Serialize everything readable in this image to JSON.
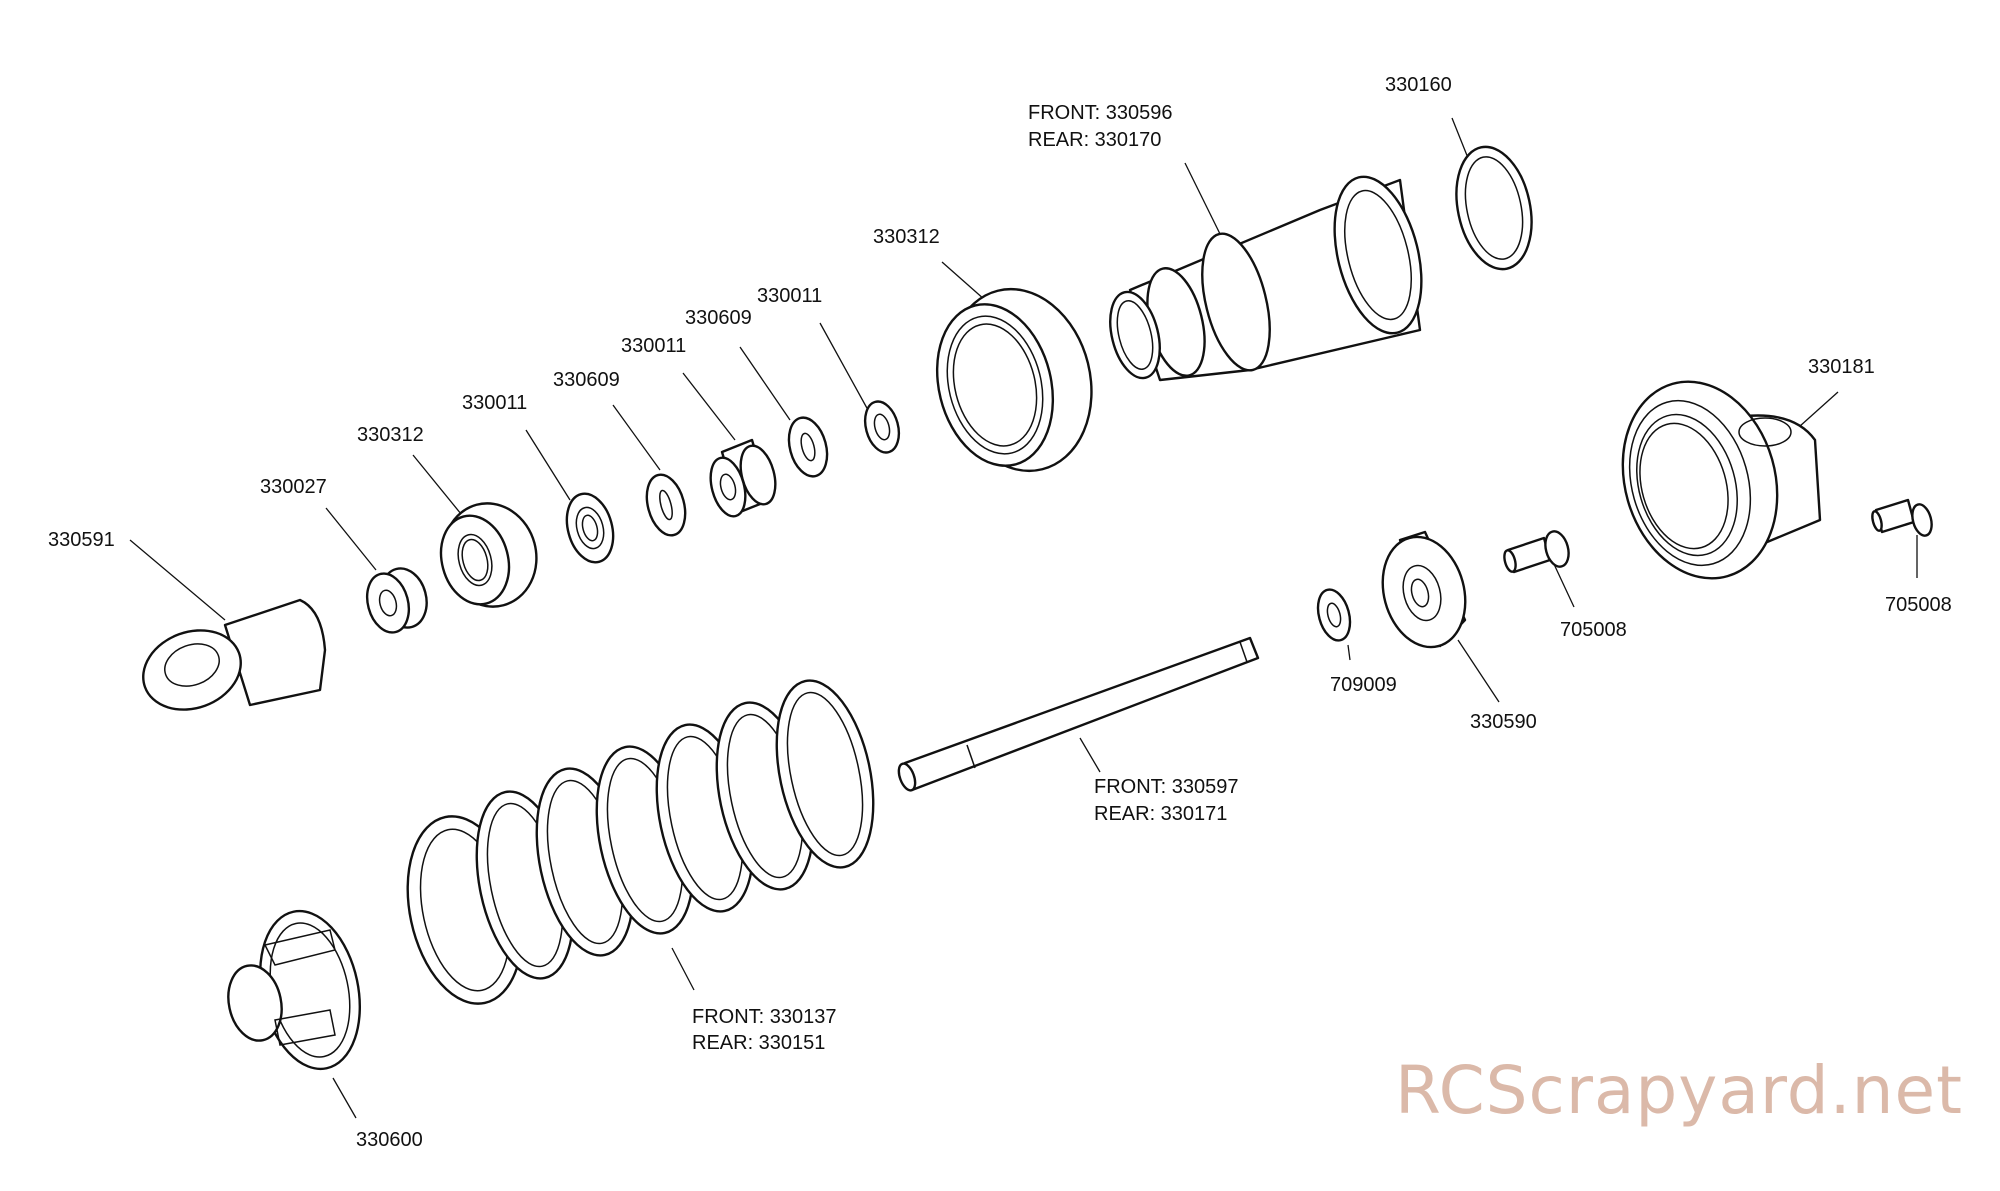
{
  "title": "Shock absorber exploded parts diagram",
  "watermark": "RCScrapyard.net",
  "parts": {
    "o_ring": {
      "number": "330160"
    },
    "shock_body": {
      "front": "FRONT: 330596",
      "rear": "REAR: 330170"
    },
    "collar_nut_top": {
      "number": "330312"
    },
    "washer_a": {
      "number": "330011"
    },
    "oring_a": {
      "number": "330609"
    },
    "bushing_b": {
      "number": "330011"
    },
    "oring_b": {
      "number": "330609"
    },
    "washer_c": {
      "number": "330011"
    },
    "nut_bottom": {
      "number": "330312"
    },
    "bump_stop": {
      "number": "330027"
    },
    "rod_end": {
      "number": "330591"
    },
    "shock_cap": {
      "number": "330181"
    },
    "screw_cap": {
      "number": "705008"
    },
    "screw_piston": {
      "number": "705008"
    },
    "piston_washer": {
      "number": "709009"
    },
    "piston": {
      "number": "330590"
    },
    "shaft": {
      "front": "FRONT: 330597",
      "rear": "REAR: 330171"
    },
    "spring": {
      "front": "FRONT: 330137",
      "rear": "REAR: 330151"
    },
    "spring_collar": {
      "number": "330600"
    }
  }
}
